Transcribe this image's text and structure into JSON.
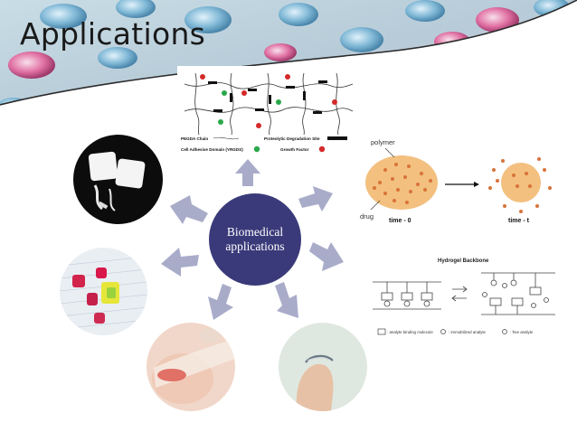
{
  "slide": {
    "title": "Applications",
    "hub": {
      "line1": "Biomedical",
      "line2": "applications"
    }
  },
  "network_figure": {
    "legend": {
      "pegda_chain": "PEGDA Chain",
      "proteolytic_site": "Proteolytic Degradation Site",
      "cell_adhesive": "Cell Adhesive Domain (YRGDS)",
      "growth_factor": "Growth Factor"
    }
  },
  "drug_release_figure": {
    "polymer_label": "polymer",
    "drug_label": "drug",
    "time0_label": "time - 0",
    "timet_label": "time - t"
  },
  "hydrogel_figure": {
    "backbone_label": "Hydrogel Backbone",
    "legend_analyte_binding": ": analyte binding molecule",
    "legend_immobilized": ": immobilized analyte",
    "legend_free": ": free analyte"
  },
  "colors": {
    "hub": "#3a3a7a",
    "arrow": "#a9acc9",
    "drug_sphere": "#f3c07f",
    "drug_dot": "#d8733a"
  }
}
